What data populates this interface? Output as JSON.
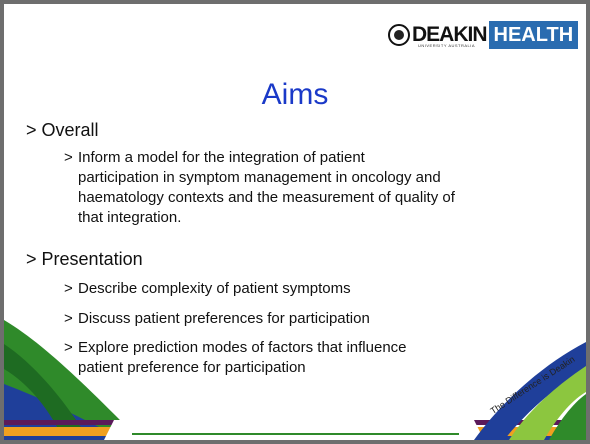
{
  "logo": {
    "brand": "DEAKIN",
    "sub": "UNIVERSITY AUSTRALIA",
    "box": "HEALTH"
  },
  "title": "Aims",
  "bullets": {
    "overall": {
      "marker": ">",
      "label": "Overall",
      "items": [
        {
          "marker": ">",
          "lines": [
            "Inform a model for the integration of patient",
            "participation in symptom management in oncology and",
            "haematology contexts and the measurement of quality of",
            "that integration."
          ]
        }
      ]
    },
    "presentation": {
      "marker": ">",
      "label": "Presentation",
      "items": [
        {
          "marker": ">",
          "lines": [
            "Describe complexity of patient symptoms"
          ]
        },
        {
          "marker": ">",
          "lines": [
            "Discuss patient preferences for participation"
          ]
        },
        {
          "marker": ">",
          "lines": [
            "Explore prediction modes of factors that influence",
            "patient preference for participation"
          ]
        }
      ]
    }
  },
  "tagline": "The Difference is Deakin",
  "colors": {
    "title": "#1a39c8",
    "logo_box": "#2a6cb0",
    "swoosh_green": "#2f8a2a",
    "swoosh_blue": "#1f3f9a",
    "swoosh_orange": "#f0a020",
    "swoosh_purple": "#5b1a5a",
    "swoosh_lightgreen": "#8cc63f"
  }
}
